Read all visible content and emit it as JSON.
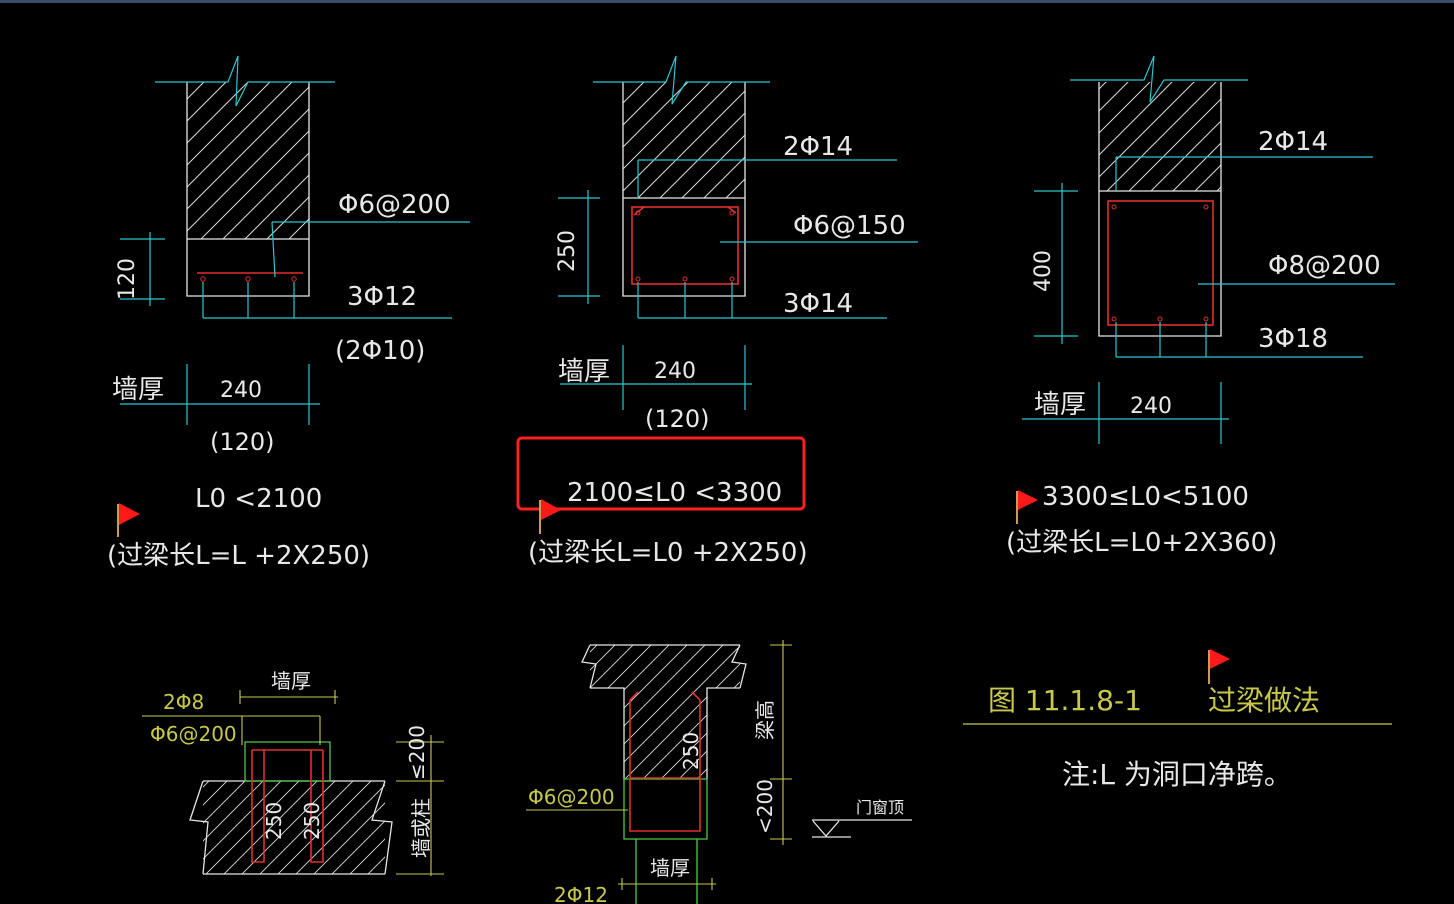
{
  "details": {
    "d1": {
      "stirrup": "Φ6@200",
      "bars": "3Φ12",
      "bars_alt": "(2Φ10)",
      "height": "120",
      "wall_label": "墙厚",
      "width": "240",
      "width_alt": "(120)",
      "range": "L0  <2100",
      "formula": "(过梁长L=L  +2X250)"
    },
    "d2": {
      "top_bars": "2Φ14",
      "stirrup": "Φ6@150",
      "bars": "3Φ14",
      "height": "250",
      "wall_label": "墙厚",
      "width": "240",
      "width_alt": "(120)",
      "range": "2100≤L0  <3300",
      "formula": "(过梁长L=L0  +2X250)"
    },
    "d3": {
      "top_bars": "2Φ14",
      "stirrup": "Φ8@200",
      "bars": "3Φ18",
      "height": "400",
      "wall_label": "墙厚",
      "width": "240",
      "range": "3300≤L0<5100",
      "formula": "(过梁长L=L0+2X360)"
    },
    "d4": {
      "wall_label": "墙厚",
      "top_bars": "2Φ8",
      "stirrup": "Φ6@200",
      "dim_a": "250",
      "dim_b": "250",
      "height": "≤200",
      "column": "墙或柱"
    },
    "d5": {
      "dim_a": "250",
      "beam_height": "梁高",
      "stirrup": "Φ6@200",
      "height": "<200",
      "opening_top": "门窗顶",
      "wall_label": "墙厚",
      "bottom_bars": "2Φ12"
    }
  },
  "caption": {
    "figure_no": "图 11.1.8-1",
    "title": "过梁做法",
    "note": "注:L  为洞口净跨。"
  },
  "colors": {
    "background": "#000000",
    "dimension": "#29c7cf",
    "text": "#e8e8e8",
    "rebar": "#e0302c",
    "flag": "#ff1a1a",
    "highlight": "#ff2020",
    "yellow_text": "#c8c84a"
  }
}
